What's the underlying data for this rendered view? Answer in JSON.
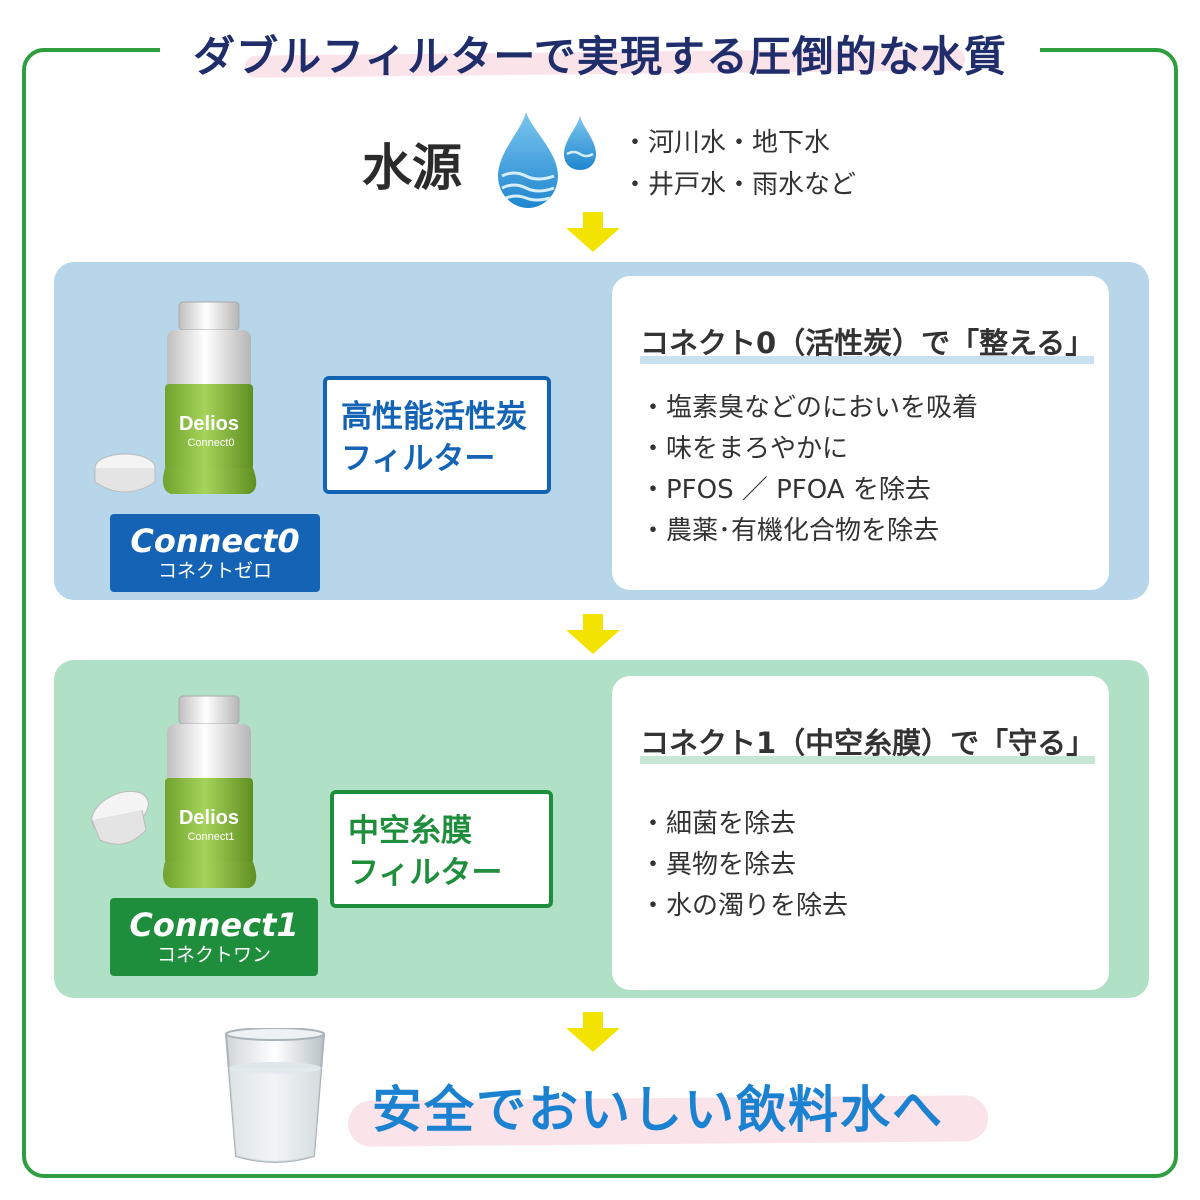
{
  "title": "ダブルフィルターで実現する圧倒的な水質",
  "source": {
    "label": "水源",
    "items": [
      "・河川水・地下水",
      "・井戸水・雨水など"
    ]
  },
  "stage1": {
    "product_brand": "Delios",
    "product_model": "Connect0",
    "badge_title": "Connect0",
    "badge_sub": "コネクトゼロ",
    "type_lines": [
      "高性能活性炭",
      "フィルター"
    ],
    "info_title": "コネクト0（活性炭）で「整える」",
    "info_items": [
      "・塩素臭などのにおいを吸着",
      "・味をまろやかに",
      "・PFOS ／ PFOA を除去",
      "・農薬･有機化合物を除去"
    ]
  },
  "stage2": {
    "product_brand": "Delios",
    "product_model": "Connect1",
    "badge_title": "Connect1",
    "badge_sub": "コネクトワン",
    "type_lines": [
      "中空糸膜",
      "フィルター"
    ],
    "info_title": "コネクト1（中空糸膜）で「守る」",
    "info_items": [
      "・細菌を除去",
      "・異物を除去",
      "・水の濁りを除去"
    ]
  },
  "result": "安全でおいしい飲料水へ",
  "colors": {
    "frame": "#2e9e3f",
    "title": "#1f2d6b",
    "blue": "#1463b5",
    "green": "#1f8e3c",
    "panel_blue": "#b7d6e9",
    "panel_green": "#b0e0c6",
    "arrow": "#f2e400",
    "result": "#1a82d0"
  }
}
